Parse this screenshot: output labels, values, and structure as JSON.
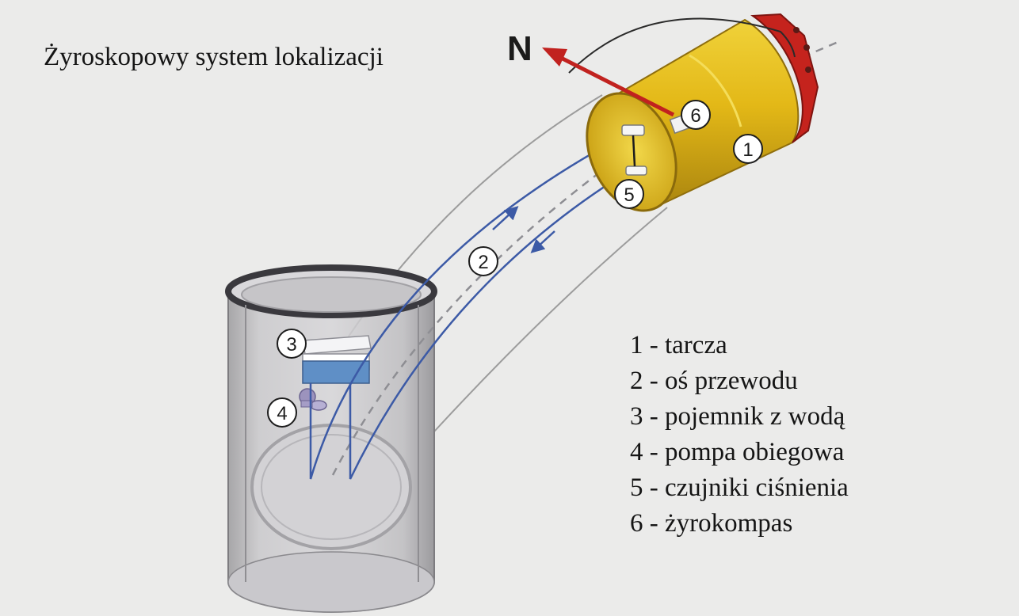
{
  "title": "Żyroskopowy system lokalizacji",
  "north_label": "N",
  "markers": [
    "1",
    "2",
    "3",
    "4",
    "5",
    "6"
  ],
  "legend": [
    "1 - tarcza",
    "2 - oś przewodu",
    "3 - pojemnik z wodą",
    "4 - pompa obiegowa",
    "5 - czujniki ciśnienia",
    "6 - żyrokompas"
  ],
  "colors": {
    "background": "#ebebea",
    "shield_yellow": "#e3b817",
    "cutter_head": "#c5231d",
    "north_arrow": "#c1221f",
    "hose": "#3c5aa6",
    "water_tank": "#5f8fc6"
  }
}
